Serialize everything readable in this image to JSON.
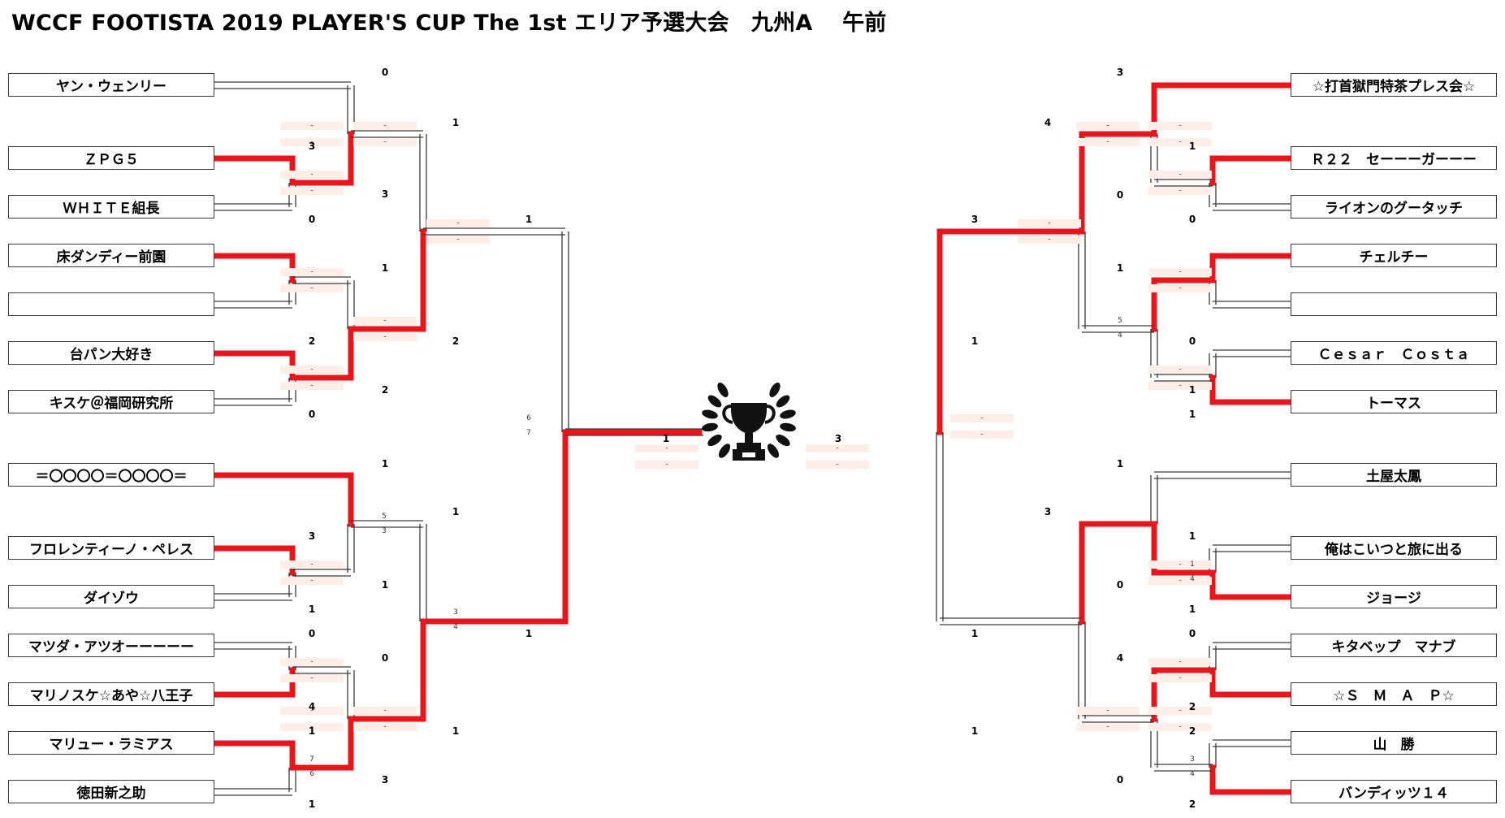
{
  "title": "WCCF FOOTISTA 2019 PLAYER'S CUP The 1st エリア予選大会　九州A　 午前",
  "colors": {
    "win": "#e8161b",
    "line": "#3a3a3a",
    "band": "#fdeee8"
  },
  "trophy_icon": "trophy-laurel-icon",
  "left_players": [
    "ヤン・ウェンリー",
    "ＺＰＧ５",
    "ＷＨＩＴＥ組長",
    "床ダンディー前園",
    "",
    "台パン大好き",
    "キスケ＠福岡研究所",
    "＝〇〇〇〇＝〇〇〇〇＝",
    "フロレンティーノ・ペレス",
    "ダイゾウ",
    "マツダ・アツオーーーーー",
    "マリノスケ☆あや☆八王子",
    "マリュー・ラミアス",
    "徳田新之助"
  ],
  "right_players": [
    "☆打首獄門特茶プレス会☆",
    "Ｒ２２　セーーーガーーー",
    "ライオンのグータッチ",
    "チェルチー",
    "",
    "Ｃｅｓａｒ　Ｃｏｓｔａ",
    "トーマス",
    "土屋太鳳",
    "俺はこいつと旅に出る",
    "ジョージ",
    "キタベップ　マナブ",
    "☆Ｓ　Ｍ　Ａ　Ｐ☆",
    "山　勝",
    "バンディッツ１４"
  ],
  "scores": {
    "l_p0": "0",
    "l_p1": "3",
    "l_p2": "0",
    "l_p1r2": "3",
    "l_r2a_top": "1",
    "l_p3": "1",
    "l_p5": "2",
    "l_p6": "0",
    "l_p5r2": "2",
    "l_r2b": "2",
    "l_sf1": "1",
    "l_p7": "1",
    "l_p8": "3",
    "l_p9": "1",
    "l_p8r2": "1",
    "l_r2c": "1",
    "l_p10": "0",
    "l_p11": "4",
    "l_p12": "1",
    "l_p13": "1",
    "l_p11r2": "0",
    "l_p12r2": "3",
    "l_r2d": "1",
    "l_sf2": "1",
    "final_left": "1",
    "r_p0": "3",
    "r_r2a": "4",
    "r_p1": "1",
    "r_p2": "0",
    "r_p1r2": "0",
    "r_sf1": "3",
    "r_p3": "1",
    "r_p5": "0",
    "r_p6": "1",
    "r_p6r2": "1",
    "r_r2b": "1",
    "r_p7": "1",
    "r_r2c": "3",
    "r_p8": "1",
    "r_p9": "1",
    "r_p8r2": "0",
    "r_sf2": "1",
    "r_p10": "0",
    "r_p11": "2",
    "r_p11r2": "4",
    "r_p12": "2",
    "r_p13": "2",
    "r_p13r2": "0",
    "r_r2d": "1",
    "final_right": "3"
  },
  "pk": {
    "l_qf_b": [
      "5",
      "3"
    ],
    "l_qf_d": [
      "3",
      "4"
    ],
    "l_final": [
      "6",
      "7"
    ],
    "l_m13": [
      "7",
      "6"
    ],
    "r_qf_b": [
      "5",
      "4"
    ],
    "r_m8": [
      "1",
      "4"
    ],
    "r_m12": [
      "3",
      "4"
    ]
  },
  "dash": "-"
}
